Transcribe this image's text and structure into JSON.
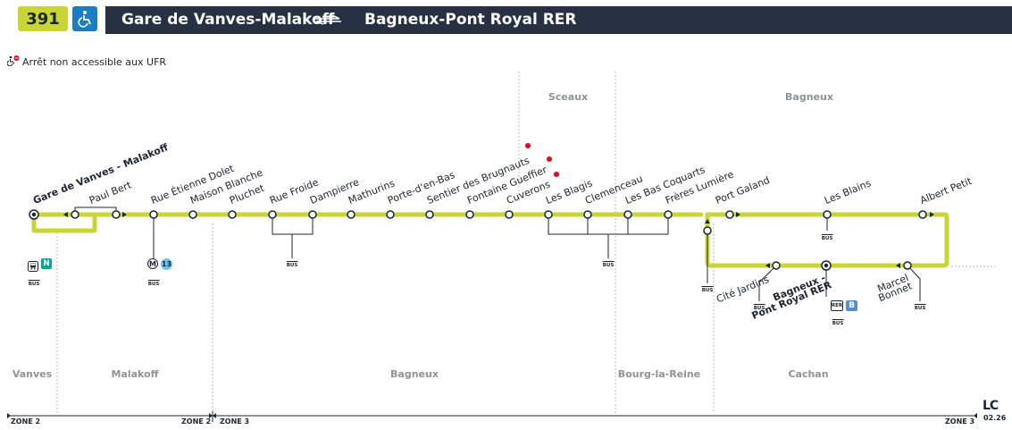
{
  "colors": {
    "line": "#c9d534",
    "accessible": "#1b7ec2",
    "header_dark": "#283142",
    "rer_b": "#5291ce",
    "metro_13": "#6ec4e8",
    "transilien_n": "#00a88f",
    "ufr_red": "#e3051b"
  },
  "header": {
    "line_number": "391",
    "from": "Gare de Vanves-Malakoff",
    "to": "Bagneux-Pont Royal RER",
    "accessible_icon": "wheelchair-icon",
    "arrow_icon": "bidirectional-arrow-icon"
  },
  "legend": {
    "text": "Arrêt non accessible aux UFR",
    "icon": "wheelchair-no-icon"
  },
  "communes": {
    "vanves": "Vanves",
    "malakoff": "Malakoff",
    "bagneux_bottom": "Bagneux",
    "bourg": "Bourg-la-Reine",
    "cachan": "Cachan",
    "sceaux": "Sceaux",
    "bagneux_top": "Bagneux"
  },
  "zones": {
    "z2_left": "ZONE 2",
    "z2_right": "ZONE 2",
    "z3_left": "ZONE 3",
    "z3_right": "ZONE 3"
  },
  "stops": {
    "s1": "Gare de Vanves - Malakoff",
    "s2": "Paul Bert",
    "s3": "Rue Étienne Dolet",
    "s4": "Maison Blanche",
    "s5": "Pluchet",
    "s6": "Rue Froide",
    "s7": "Dampierre",
    "s8": "Mathurins",
    "s9": "Porte-d'en-Bas",
    "s10": "Sentier des Brugnauts",
    "s11": "Fontaine Gueffier",
    "s12": "Cuverons",
    "s13": "Les Blagis",
    "s14": "Clemenceau",
    "s15": "Les Bas Coquarts",
    "s16": "Frères Lumière",
    "s17": "Port Galand",
    "s18": "Les Blains",
    "s19": "Albert Petit",
    "s20": "Marcel Bonnet",
    "s21a": "Bagneux -",
    "s21b": "Pont Royal RER",
    "s22": "Cité Jardins"
  },
  "marcel": {
    "a": "Marcel",
    "b": "Bonnet"
  },
  "bus_label": "BUS",
  "badges": {
    "n": "N",
    "m13": "13",
    "rer": "RER",
    "b": "B",
    "metro": "M"
  },
  "footer": {
    "logo": "LC",
    "date": "02.26"
  }
}
